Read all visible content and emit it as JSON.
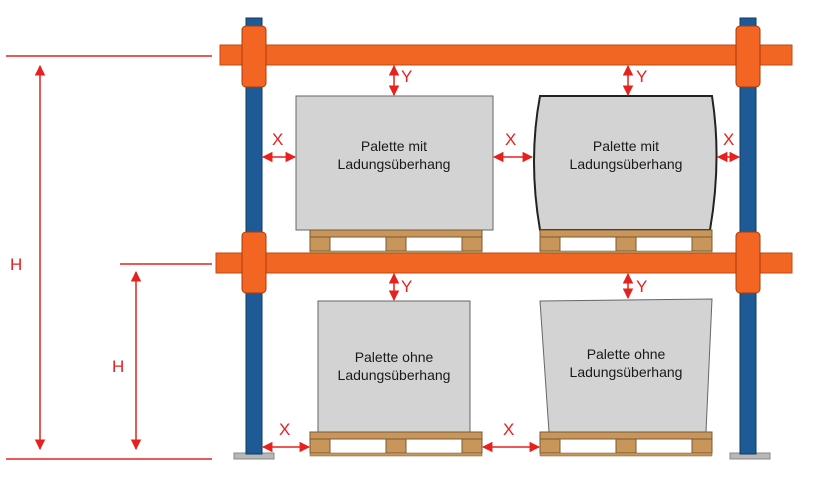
{
  "colors": {
    "upright": "#1e5a96",
    "beam": "#f26522",
    "connector": "#f26522",
    "load": "#d3d3d3",
    "pallet": "#c8965a",
    "dimension": "#e8201e",
    "baseplate": "#b8b8b8"
  },
  "labels": {
    "pallet_top_left": [
      "Palette mit",
      "Ladungsüberhang"
    ],
    "pallet_top_right": [
      "Palette mit",
      "Ladungsüberhang"
    ],
    "pallet_bottom_left": [
      "Palette ohne",
      "Ladungsüberhang"
    ],
    "pallet_bottom_right": [
      "Palette ohne",
      "Ladungsüberhang"
    ]
  },
  "dimensions": {
    "x": "X",
    "y": "Y",
    "h": "H"
  }
}
